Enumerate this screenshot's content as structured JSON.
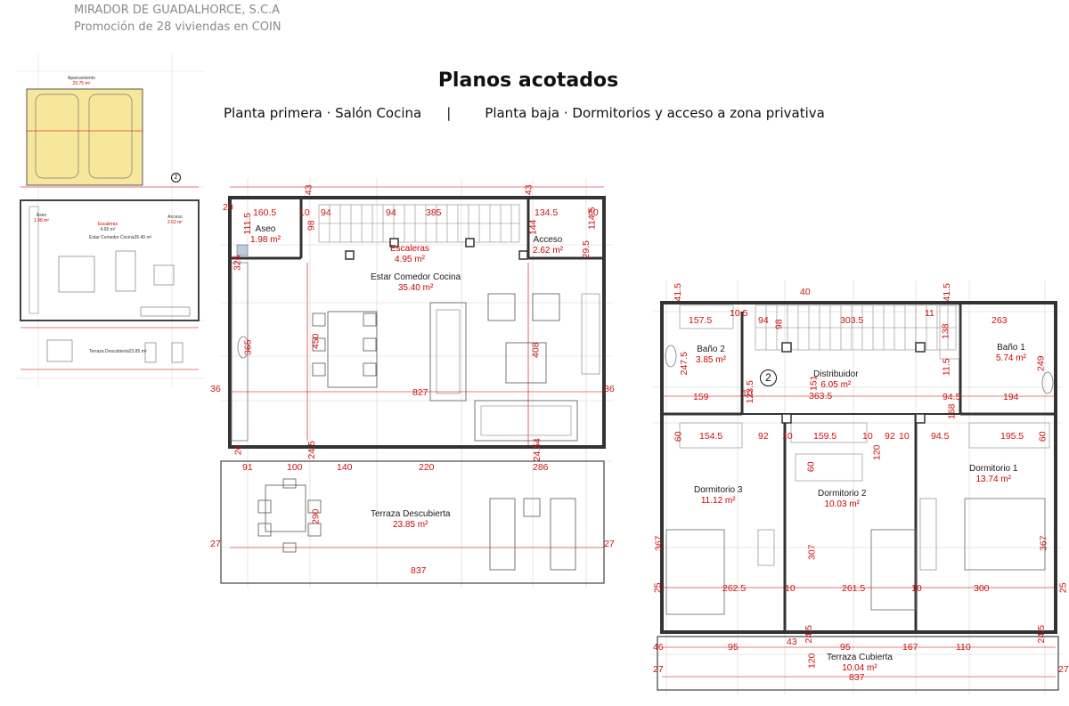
{
  "header": {
    "company": "MIRADOR DE GUADALHORCE, S.C.A",
    "promotion": "Promoción de 28 viviendas en COIN"
  },
  "title": "Planos acotados",
  "subtitle": {
    "left": "Planta primera · Salón Cocina",
    "separator": "|",
    "right": "Planta baja · Dormitorios y acceso a zona privativa"
  },
  "thumbnail": {
    "rooms": [
      {
        "name": "Aparcamiento",
        "area": "23.75 m²"
      },
      {
        "name": "Aseo",
        "area": "1.98 m²"
      },
      {
        "name": "Escaleras",
        "area": "4.95 m²"
      },
      {
        "name": "Acceso",
        "area": "2.62 m²"
      },
      {
        "name": "Estar Comedor Cocina",
        "area": "35.40 m²"
      },
      {
        "name": "Terraza Descubierta",
        "area": "23.85 m²"
      }
    ],
    "marker": "2"
  },
  "first_floor": {
    "rooms": [
      {
        "name": "Aseo",
        "area": "1.98 m²"
      },
      {
        "name": "Escaleras",
        "area": "4.95 m²"
      },
      {
        "name": "Acceso",
        "area": "2.62 m²"
      },
      {
        "name": "Estar Comedor Cocina",
        "area": "35.40 m²"
      },
      {
        "name": "Terraza Descubierta",
        "area": "23.85 m²"
      }
    ],
    "dims": [
      "20",
      "160.5",
      "10",
      "94",
      "94",
      "385",
      "134.5",
      "60",
      "111.5",
      "98",
      "43",
      "43",
      "144",
      "114.5",
      "29.5",
      "325",
      "365",
      "450",
      "408",
      "827",
      "36",
      "36",
      "26",
      "24.5",
      "24.54",
      "91",
      "100",
      "140",
      "220",
      "286",
      "290",
      "837",
      "27",
      "27"
    ]
  },
  "ground_floor": {
    "rooms": [
      {
        "name": "Baño 2",
        "area": "3.85 m²"
      },
      {
        "name": "Distribuidor",
        "area": "6.05 m²"
      },
      {
        "name": "Baño 1",
        "area": "5.74 m²"
      },
      {
        "name": "Dormitorio 3",
        "area": "11.12 m²"
      },
      {
        "name": "Dormitorio 2",
        "area": "10.03 m²"
      },
      {
        "name": "Dormitorio 1",
        "area": "13.74 m²"
      },
      {
        "name": "Terraza Cubierta",
        "area": "10.04 m²"
      }
    ],
    "marker": "2",
    "dims": [
      "41.5",
      "40",
      "41.5",
      "157.5",
      "10.5",
      "94",
      "303.5",
      "11",
      "263",
      "98",
      "138",
      "247.5",
      "249",
      "151",
      "11.5",
      "363.5",
      "123.5",
      "159",
      "10",
      "94.5",
      "194",
      "168",
      "60",
      "154.5",
      "92",
      "10",
      "159.5",
      "10",
      "92",
      "10",
      "94.5",
      "195.5",
      "60",
      "120",
      "60",
      "367",
      "307",
      "367",
      "262.5",
      "10",
      "261.5",
      "10",
      "300",
      "46",
      "95",
      "43",
      "95",
      "167",
      "110",
      "24.5",
      "120",
      "837",
      "27",
      "27",
      "25",
      "25",
      "24.5"
    ]
  }
}
